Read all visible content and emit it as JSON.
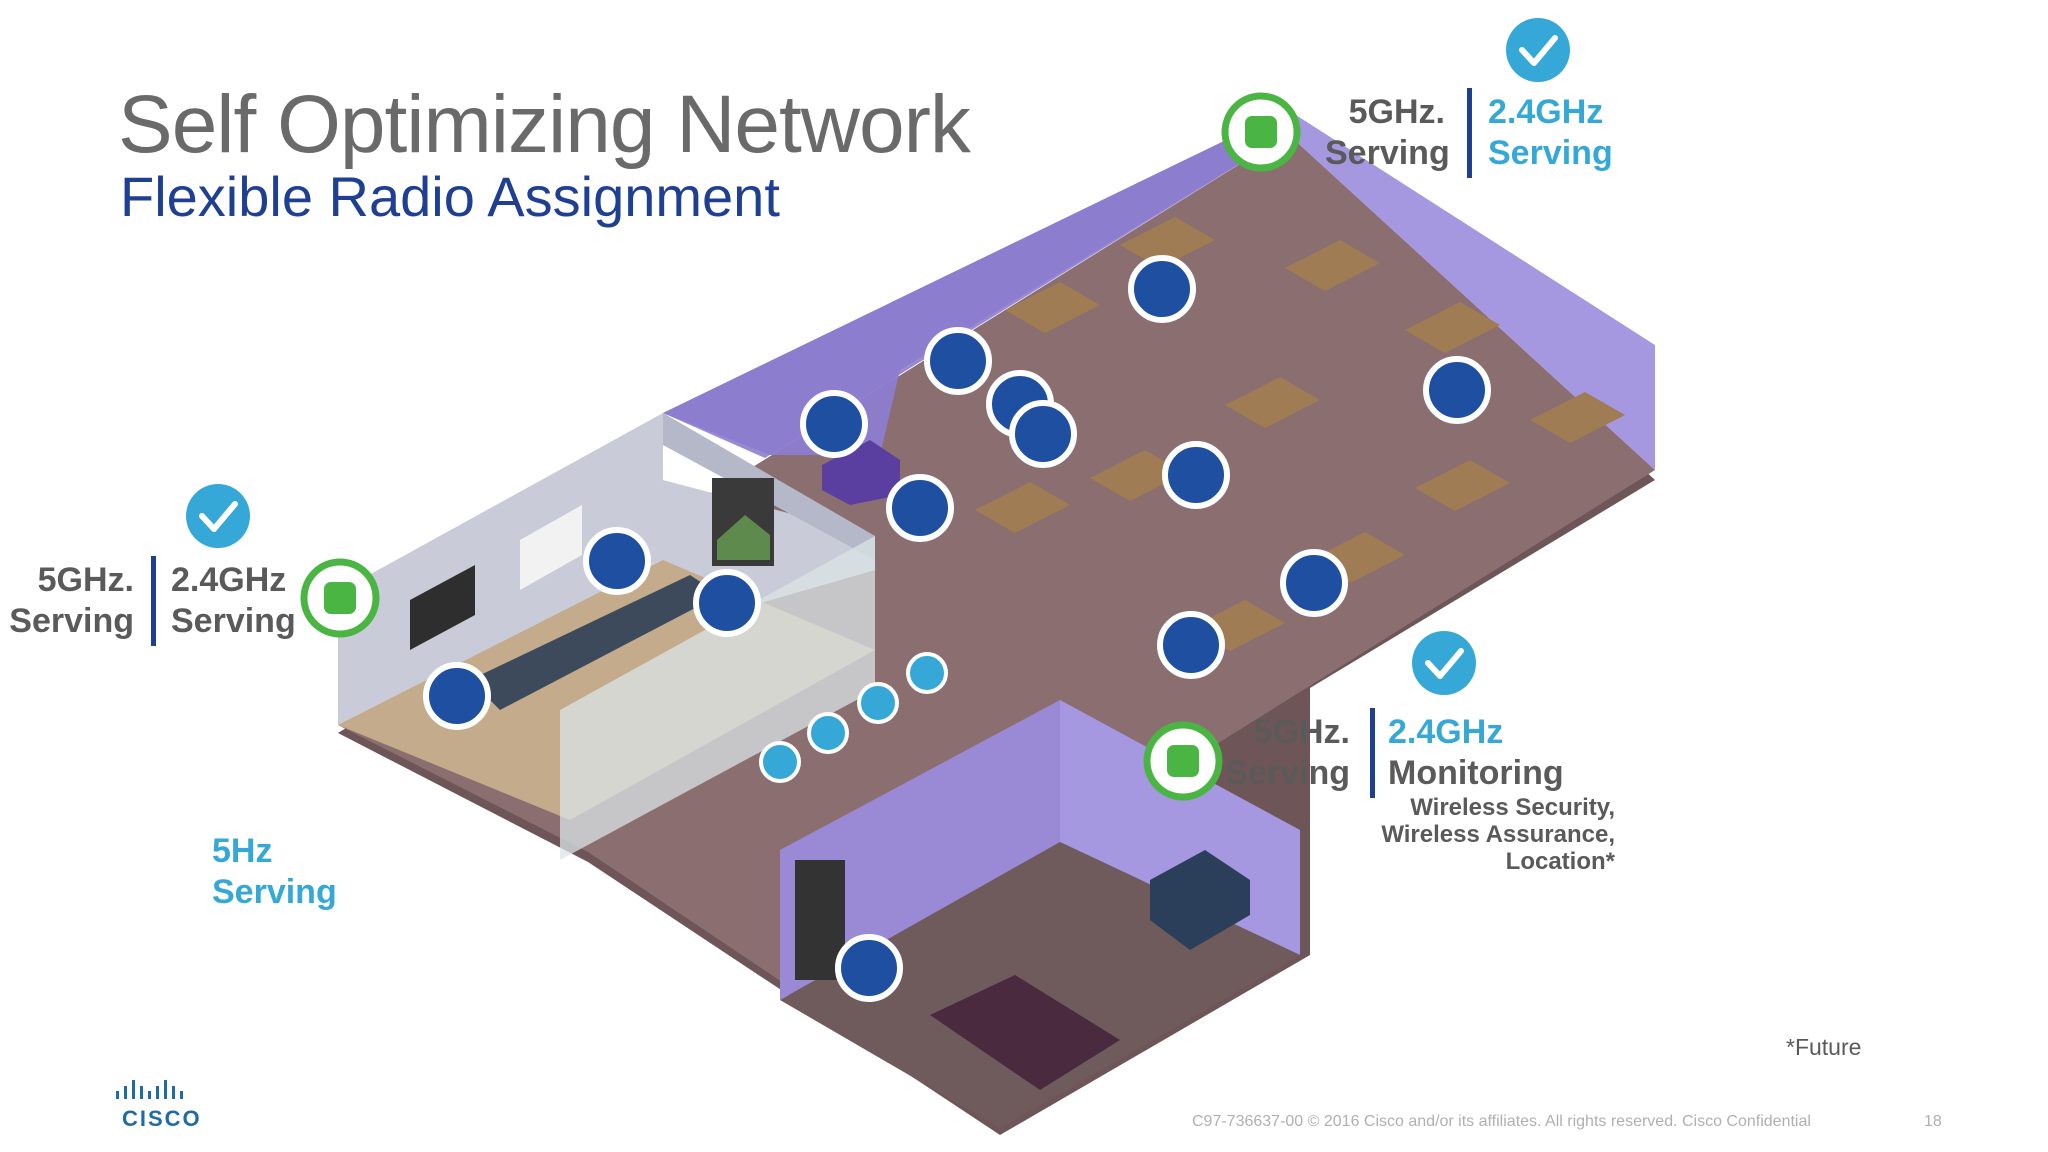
{
  "title": "Self Optimizing Network",
  "subtitle": "Flexible Radio Assignment",
  "ap_top": {
    "left_line1": "5GHz.",
    "left_line2": "Serving",
    "right_line1": "2.4GHz",
    "right_line2": "Serving"
  },
  "ap_left": {
    "left_line1": "5GHz.",
    "left_line2": "Serving",
    "right_line1": "2.4GHz",
    "right_line2": "Serving"
  },
  "ap_right": {
    "left_line1": "5GHz.",
    "left_line2": "Serving",
    "right_line1": "2.4GHz",
    "right_line2": "Monitoring",
    "note_line1": "Wireless Security,",
    "note_line2": "Wireless Assurance,",
    "note_line3": "Location*"
  },
  "coverage_label": {
    "line1": "5Hz",
    "line2": "Serving"
  },
  "footnote": "*Future",
  "footer": "C97-736637-00 © 2016  Cisco and/or its affiliates. All rights reserved.   Cisco Confidential",
  "page_number": "18",
  "logo_text": "CISCO",
  "colors": {
    "title": "#6a6a6a",
    "subtitle": "#1f3f93",
    "accent_blue": "#35a8d8",
    "ap_green": "#4bb543",
    "user_badge": "#1f4fa0",
    "floor": "#8a6e70",
    "wall_purple": "#9a8ad6",
    "wall_grey": "#c9ccd8"
  },
  "icons": {
    "check": "check-circle-icon",
    "access_point": "access-point-icon",
    "user": "user-badge-icon",
    "location": "location-pin-icon"
  }
}
